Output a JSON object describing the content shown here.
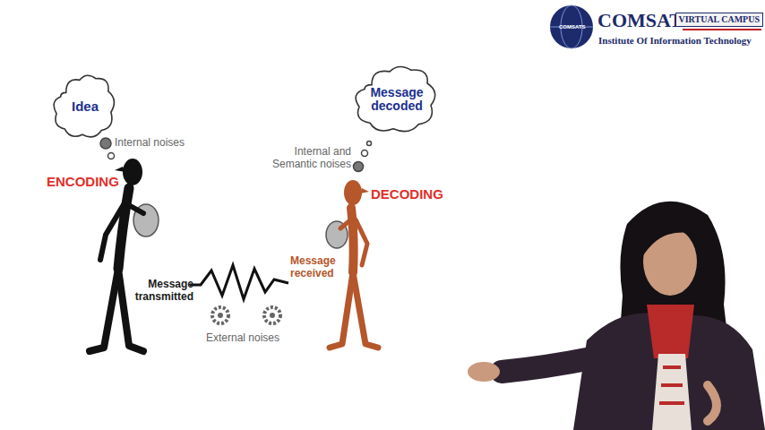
{
  "diagram": {
    "nodes": [
      {
        "text": [
          "Idea"
        ]
      },
      {
        "text": [
          "Message decoded"
        ]
      }
    ],
    "labels": [
      "Internal noises",
      "ENCODING",
      "Message transmitted",
      "External noises",
      "Message received",
      "Internal and Semantic noises",
      "DECODING",
      "COMSATS",
      "COMSATS",
      "VIRTUAL CAMPUS",
      "Institute Of Information Technology"
    ]
  }
}
